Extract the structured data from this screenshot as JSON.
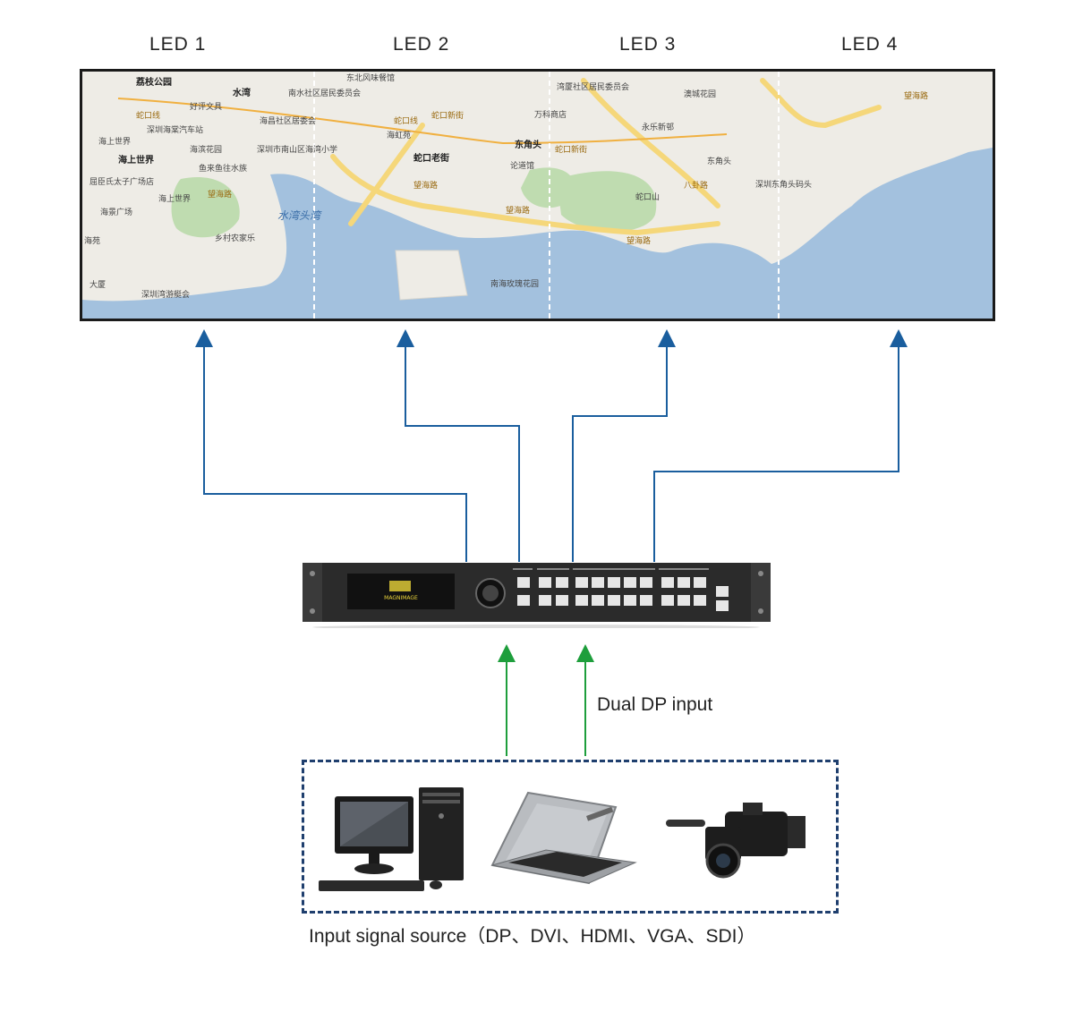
{
  "led_labels": [
    "LED 1",
    "LED 2",
    "LED 3",
    "LED 4"
  ],
  "map": {
    "labels": [
      "荔枝公园",
      "水湾",
      "南水社区居民委员会",
      "东北风味餐馆",
      "湾厦社区居民委员会",
      "澳城花园",
      "好评文具",
      "深圳海棠汽车站",
      "海上世界",
      "海上世界",
      "海昌社区居委会",
      "蛇口新街",
      "万科商店",
      "海虹苑",
      "东角头",
      "永乐新邨",
      "蛇口线",
      "蛇口线",
      "蛇口新街",
      "海滨花园",
      "深圳市南山区海湾小学",
      "蛇口老街",
      "论道馆",
      "东角头",
      "屈臣氏太子广场店",
      "鱼来鱼往水族",
      "望海路",
      "望海路",
      "望海路",
      "望海路",
      "望海路",
      "深圳东角头码头",
      "海上世界",
      "海景广场",
      "水湾头湾",
      "蛇口山",
      "八卦路",
      "乡村农家乐",
      "海苑",
      "大厦",
      "深圳湾游艇会",
      "南海玫瑰花园"
    ]
  },
  "device": {
    "display_text": "MAGNIMAGE"
  },
  "dual_dp_label": "Dual DP input",
  "source_caption": "Input signal source（DP、DVI、HDMI、VGA、SDI）",
  "colors": {
    "output_arrow": "#1a5e9e",
    "input_arrow": "#1e9e3c",
    "box_border": "#1f3f6e"
  },
  "icons": [
    "desktop-computer-icon",
    "laptop-icon",
    "video-camera-icon"
  ]
}
